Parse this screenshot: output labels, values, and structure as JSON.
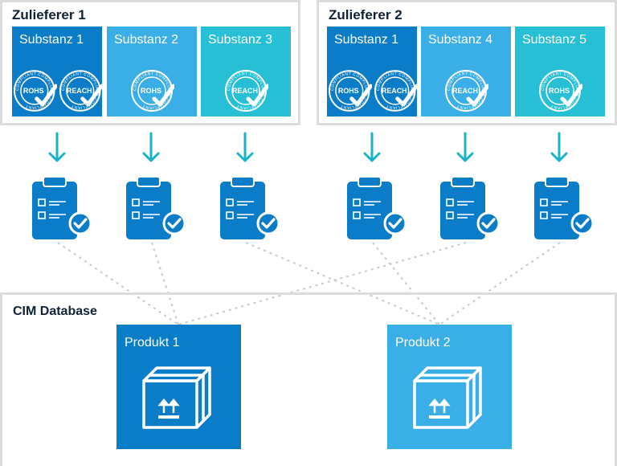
{
  "suppliers": [
    {
      "title": "Zulieferer 1",
      "substances": [
        {
          "label": "Substanz 1",
          "badges": [
            "ROHS",
            "REACH"
          ],
          "color": "#0b7dc8"
        },
        {
          "label": "Substanz 2",
          "badges": [
            "ROHS"
          ],
          "color": "#3aaee6"
        },
        {
          "label": "Substanz 3",
          "badges": [
            "REACH"
          ],
          "color": "#27bfd6"
        }
      ]
    },
    {
      "title": "Zulieferer 2",
      "substances": [
        {
          "label": "Substanz 1",
          "badges": [
            "ROHS",
            "REACH"
          ],
          "color": "#0b7dc8"
        },
        {
          "label": "Substanz 4",
          "badges": [
            "REACH"
          ],
          "color": "#3aaee6"
        },
        {
          "label": "Substanz 5",
          "badges": [
            "ROHS"
          ],
          "color": "#27bfd6"
        }
      ]
    }
  ],
  "badge_ring_text": "COMPLIANT",
  "icons": {
    "arrow": "arrow-down-icon",
    "declaration": "clipboard-check-icon",
    "product": "package-box-icon"
  },
  "database": {
    "title": "CIM Database",
    "products": [
      {
        "label": "Produkt 1",
        "color": "#0b7dc8"
      },
      {
        "label": "Produkt 2",
        "color": "#3aaee6"
      }
    ]
  },
  "colors": {
    "arrow": "#18b3c9",
    "clipboard": "#0b7dc8",
    "check_circle": "#0b7dc8",
    "link_line": "#c9c9c9",
    "frame": "#dcdcdc",
    "title": "#0f2236"
  }
}
